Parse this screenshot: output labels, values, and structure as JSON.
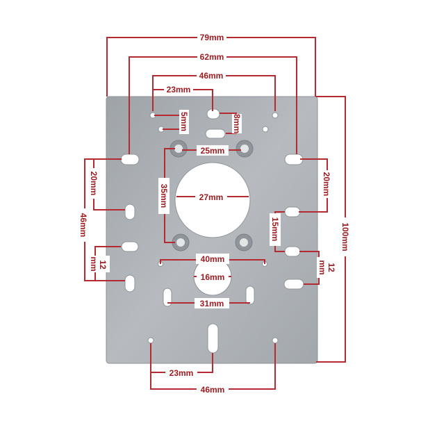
{
  "colors": {
    "plate": "#a9aeb3",
    "dimension": "#b52a30",
    "label_text": "#9b1c22"
  },
  "dimensions": {
    "overall_width": "79mm",
    "outer_slot_span": "62mm",
    "top_hole_span": "46mm",
    "top_hole_offset": "23mm",
    "small_vertical": "5mm",
    "slot_height": "8mm",
    "boss_span": "25mm",
    "center_bore": "27mm",
    "boss_vertical": "35mm",
    "left_pitch_upper": "20mm",
    "left_pitch_total": "46mm",
    "left_pitch_lower_value": "12",
    "left_pitch_lower_unit": "mm",
    "right_pitch_upper": "20mm",
    "right_slot_offset": "15mm",
    "right_pitch_lower_value": "12",
    "right_pitch_lower_unit": "mm",
    "overall_height": "100mm",
    "lower_hole_span": "40mm",
    "small_bore": "16mm",
    "bottom_slot_span": "31mm",
    "bottom_hole_offset": "23mm",
    "bottom_hole_span": "46mm"
  }
}
